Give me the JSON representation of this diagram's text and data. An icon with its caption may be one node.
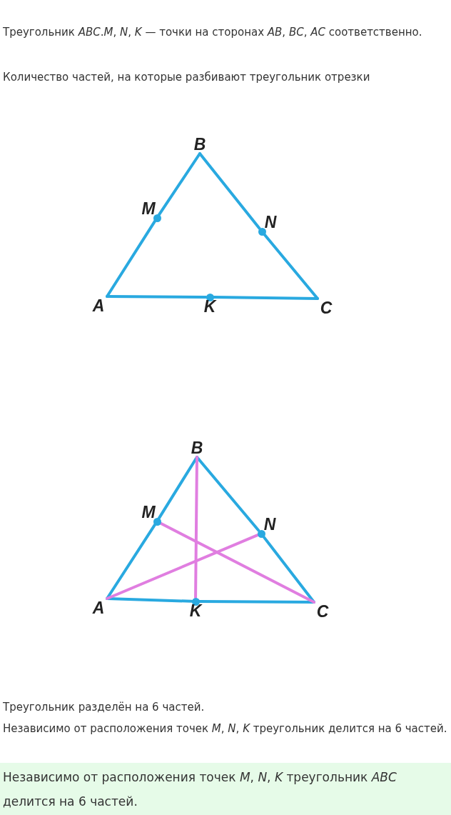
{
  "diagram": {
    "nodes": [
      {
        "text": [
          "B"
        ]
      },
      {
        "text": [
          "M"
        ]
      },
      {
        "text": [
          "N"
        ]
      },
      {
        "text": [
          "A"
        ]
      },
      {
        "text": [
          "K"
        ]
      },
      {
        "text": [
          "C"
        ]
      },
      {
        "text": [
          "B"
        ]
      },
      {
        "text": [
          "M"
        ]
      },
      {
        "text": [
          "N"
        ]
      },
      {
        "text": [
          "A"
        ]
      },
      {
        "text": [
          "K"
        ]
      },
      {
        "text": [
          "C"
        ]
      }
    ],
    "edges": [
      {
        "from": 0,
        "to": 1,
        "arrow": "none"
      },
      {
        "from": 1,
        "to": 3,
        "arrow": "none"
      },
      {
        "from": 0,
        "to": 2,
        "arrow": "none"
      },
      {
        "from": 2,
        "to": 5,
        "arrow": "none"
      },
      {
        "from": 3,
        "to": 4,
        "arrow": "none"
      },
      {
        "from": 4,
        "to": 5,
        "arrow": "none"
      },
      {
        "from": 6,
        "to": 7,
        "arrow": "none"
      },
      {
        "from": 7,
        "to": 9,
        "arrow": "none"
      },
      {
        "from": 6,
        "to": 8,
        "arrow": "none"
      },
      {
        "from": 8,
        "to": 11,
        "arrow": "none"
      },
      {
        "from": 9,
        "to": 10,
        "arrow": "none"
      },
      {
        "from": 10,
        "to": 11,
        "arrow": "none"
      },
      {
        "from": 6,
        "to": 10,
        "arrow": "none",
        "color": "#e07ee0"
      },
      {
        "from": 7,
        "to": 11,
        "arrow": "none",
        "color": "#e07ee0"
      },
      {
        "from": 9,
        "to": 8,
        "arrow": "none",
        "color": "#e07ee0"
      }
    ],
    "labels": [
      "Треугольник *ABC*.*M*, *N*, *K* — точки на сторонах *AB*, *BC*, *AC* соответственно.",
      "Количество частей, на которые разбивают треугольник отрезки",
      "Треугольник разделён на 6 частей.",
      "Независимо от расположения точек *M*, *N*, *K* треугольник делится на 6 частей.",
      "Независимо от расположения точек *M*, *N*, *K* треугольник *ABC* делится на 6 частей."
    ]
  }
}
